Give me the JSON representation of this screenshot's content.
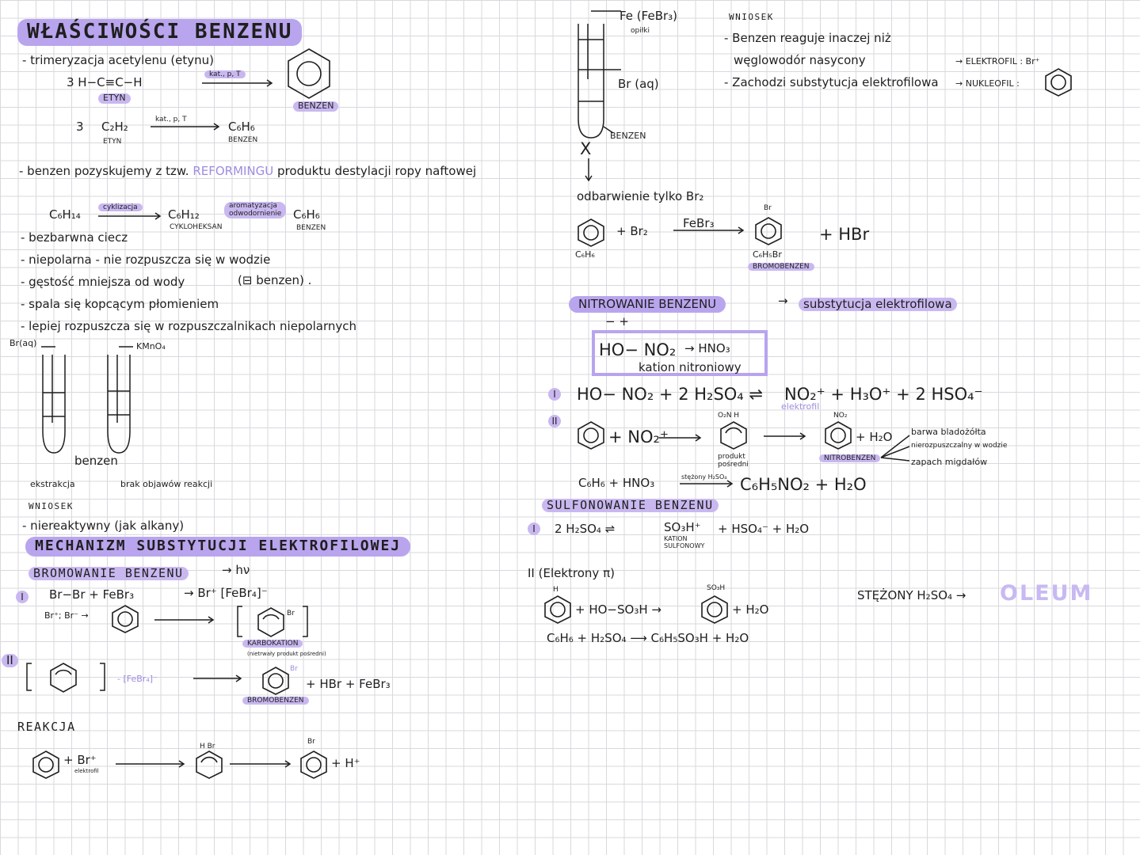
{
  "title": "WŁAŚCIWOŚCI BENZENU",
  "left": {
    "trimer": "- trimeryzacja acetylenu (etynu)",
    "eq1": "3 H−C≡C−H",
    "eq1_cond": "kat., p, T",
    "etyn_tag": "ETYN",
    "benzen_tag": "BENZEN",
    "eq2_coef": "3",
    "eq2_reactant": "C₂H₂",
    "eq2_reactant_sub": "ETYN",
    "eq2_cond": "kat., p, T",
    "eq2_product": "C₆H₆",
    "eq2_product_sub": "BENZEN",
    "reforming_pre": "- benzen pozyskujemy z tzw.",
    "reforming_word": "REFORMINGU",
    "reforming_post": "produktu destylacji ropy naftowej",
    "reform_r": "C₆H₁₄",
    "reform_c1": "cyklizacja",
    "reform_m": "C₆H₁₂",
    "reform_m_sub": "CYKLOHEKSAN",
    "reform_c2": "aromatyzacja",
    "reform_c2b": "odwodornienie",
    "reform_p": "C₆H₆",
    "reform_p_sub": "BENZEN",
    "prop1": "- bezbarwna ciecz",
    "prop2": "- niepolarna - nie rozpuszcza się w wodzie",
    "prop3": "- gęstość mniejsza od wody",
    "prop3_b": "(⊟ benzen) .",
    "prop4": "- spala się kopcącym płomieniem",
    "prop5": "- lepiej rozpuszcza się w rozpuszczalnikach niepolarnych",
    "tube_br": "Br(aq)",
    "tube_kmno4": "KMnO₄",
    "tube_benzen": "benzen",
    "tube_ekstrakcja": "ekstrakcja",
    "tube_brak": "brak objawów reakcji",
    "wniosek": "WNIOSEK",
    "niereaktywny": "- niereaktywny (jak alkany)",
    "mech_title": "MECHANIZM SUBSTYTUCJI ELEKTROFILOWEJ",
    "brom_title": "BROMOWANIE BENZENU",
    "brom_hv": "→ hν",
    "step1_roman": "I",
    "step1_eq": "Br−Br + FeBr₃",
    "step1_prod": "→ Br⁺ [FeBr₄]⁻",
    "step1b": "Br⁺; Br⁻ →",
    "karbo": "KARBOKATION",
    "karbo_sub": "(nietrwały produkt pośredni)",
    "step2_roman": "II",
    "step2_minus": "- [FeBr₄]⁻",
    "step2_prod": "+ HBr + FeBr₃",
    "bromobenzen": "BROMOBENZEN",
    "reakcja": "REAKCJA",
    "r_plus": "+ Br⁺",
    "r_elek": "elektrofil",
    "r_h": "+ H⁺",
    "br_small": "Br",
    "h_br": "H  Br"
  },
  "right": {
    "fe_label": "Fe (FeBr₃)",
    "fe_sub": "opiłki",
    "br_aq": "Br (aq)",
    "benzen": "BENZEN",
    "x": "X",
    "odbarwienie": "odbarwienie tylko Br₂",
    "r1_left": "C₆H₆",
    "r1_plus": "+ Br₂",
    "r1_cat": "FeBr₃",
    "r1_prod": "C₆H₅Br",
    "r1_prod_tag": "BROMOBENZEN",
    "r1_hbr": "+ HBr",
    "wniosek": "WNIOSEK",
    "w1": "- Benzen reaguje inaczej niż",
    "w1b": "węglowodór nasycony",
    "w2": "- Zachodzi substytucja elektrofilowa",
    "elektrofil": "→ ELEKTROFIL : Br⁺",
    "nukleofil": "→ NUKLEOFIL :",
    "nitro_title": "NITROWANIE BENZENU",
    "nitro_arrow": "→",
    "nitro_sub": "substytucja elektrofilowa",
    "nitro_signs": "−      +",
    "box_l": "HO− NO₂",
    "box_r": "→ HNO₃",
    "box_sub": "kation  nitroniowy",
    "n1_roman": "I",
    "n1_eq": "HO− NO₂ + 2 H₂SO₄ ⇌",
    "n1_prod": "NO₂⁺ + H₃O⁺ + 2 HSO₄⁻",
    "n1_elek": "elektrofil",
    "n2_roman": "II",
    "n2_plus": "+ NO₂⁺",
    "n2_mid_top": "O₂N  H",
    "n2_mid_sub": "produkt pośredni",
    "n2_h2o": "+ H₂O",
    "nitrobenzen": "NITROBENZEN",
    "no2_small": "NO₂",
    "prop_a": "barwa bladożółta",
    "prop_b": "nierozpuszczalny w wodzie",
    "prop_c": "zapach migdałów",
    "n3_left": "C₆H₆ + HNO₃",
    "n3_cond": "stężony H₂SO₄",
    "n3_right": "C₆H₅NO₂ + H₂O",
    "sulf_title": "SULFONOWANIE BENZENU",
    "s1_roman": "I",
    "s1_eq": "2 H₂SO₄ ⇌",
    "s1_prod": "SO₃H⁺",
    "s1_prod_sub": "KATION SULFONOWY",
    "s1_rest": "+ HSO₄⁻ + H₂O",
    "s2_head": "II (Elektrony π)",
    "s2_h": "H",
    "s2_plus": "+ HO−SO₃H →",
    "s2_prod_top": "SO₃H",
    "s2_h2o": "+ H₂O",
    "s3": "C₆H₆ + H₂SO₄ ⟶ C₆H₅SO₃H + H₂O",
    "stezony": "STĘŻONY H₂SO₄ →",
    "oleum": "OLEUM"
  }
}
